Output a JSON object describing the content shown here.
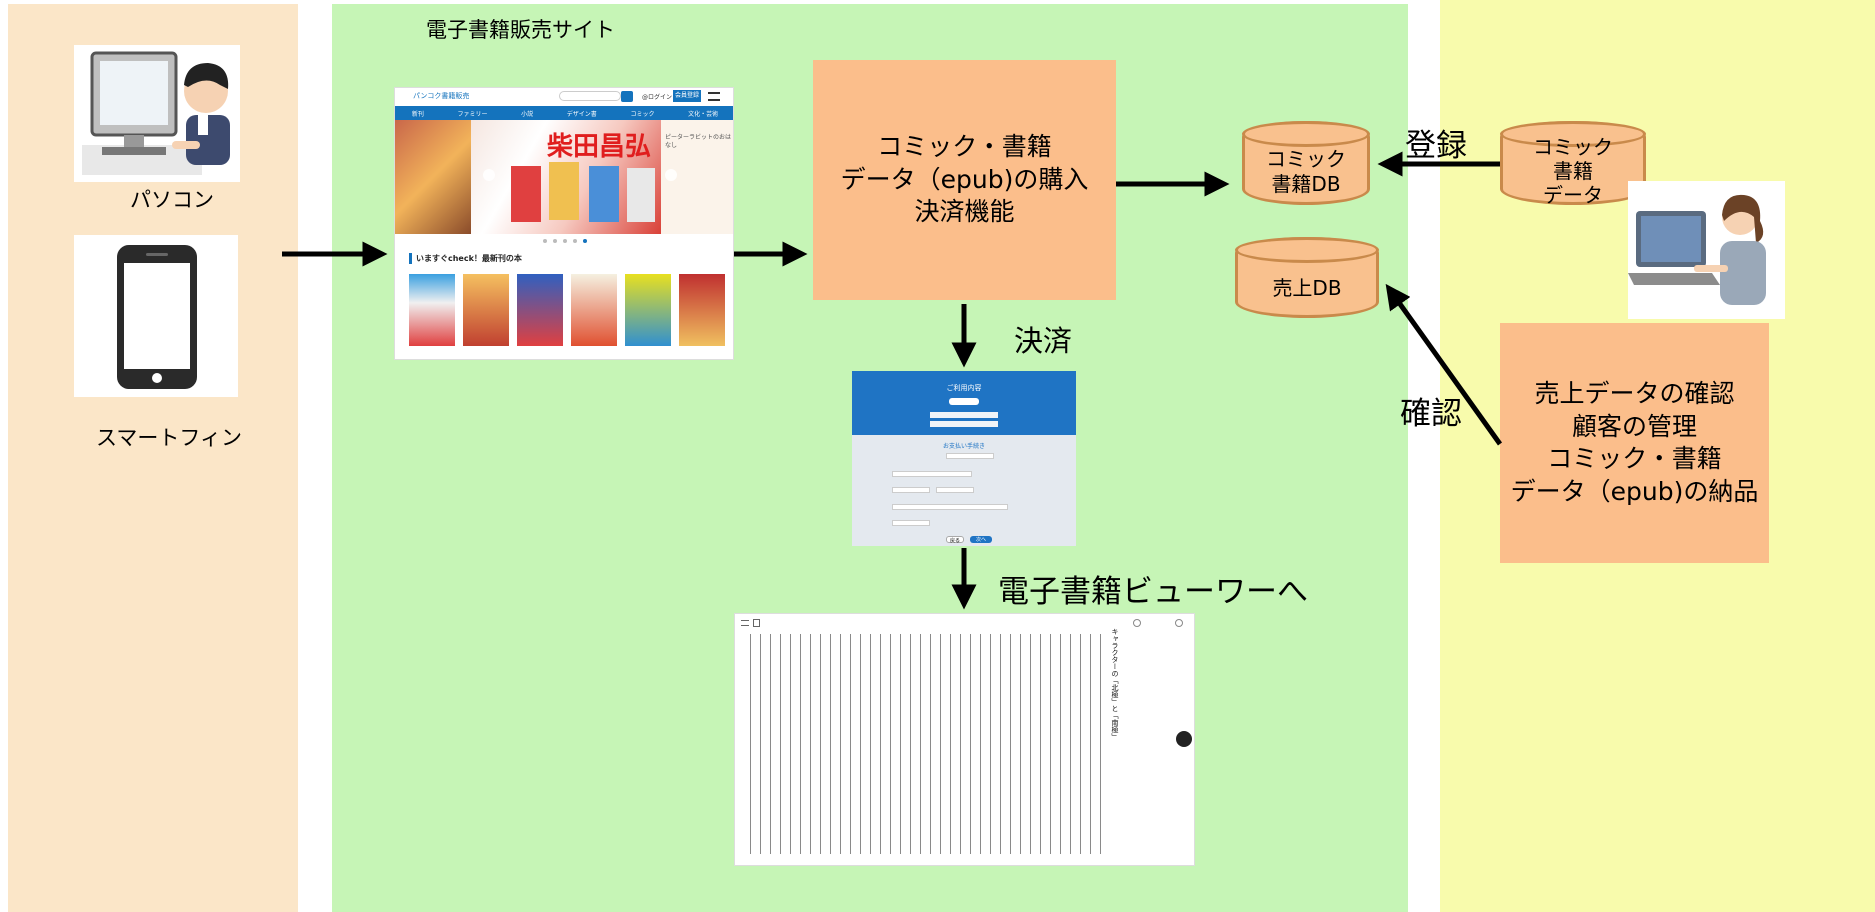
{
  "zones": {
    "site_title": "電子書籍販売サイト"
  },
  "devices": {
    "pc_label": "パソコン",
    "phone_label": "スマートフィン"
  },
  "store_page": {
    "logo": "パンコク書籍販売",
    "login": "@ログイン",
    "register": "会員登録",
    "nav": [
      "新刊",
      "ファミリー",
      "小説",
      "デザイン書",
      "コミック",
      "文化・芸術"
    ],
    "banner_title": "柴田昌弘",
    "side_banner_text": "ピーターラビットのおはなし",
    "section_heading": "いますぐcheck！最新刊の本"
  },
  "purchase_box": {
    "line1": "コミック・書籍",
    "line2": "データ（epub)の購入",
    "line3": "決済機能"
  },
  "db": {
    "comic_db_line1": "コミック",
    "comic_db_line2": "書籍DB",
    "sales_db": "売上DB",
    "comic_data_line1": "コミック",
    "comic_data_line2": "書籍",
    "comic_data_line3": "データ"
  },
  "admin_box": {
    "line1": "売上データの確認",
    "line2": "顧客の管理",
    "line3": "コミック・書籍",
    "line4": "データ（epub)の納品"
  },
  "labels": {
    "register": "登録",
    "confirm": "確認",
    "payment": "決済",
    "to_viewer": "電子書籍ビューワーへ"
  },
  "payment_page": {
    "title": "ご利用内容",
    "section": "お支払い手続き",
    "back": "戻る",
    "next": "次へ"
  },
  "viewer": {
    "heading": "キャラクターの「北極」と「南極」"
  },
  "colors": {
    "left_zone": "#fbe6c8",
    "middle_zone": "#c6f5b6",
    "right_zone": "#f8fbac",
    "orange_box": "#fbbe8b",
    "db_fill": "#f9c18e",
    "store_nav": "#1473bd"
  }
}
